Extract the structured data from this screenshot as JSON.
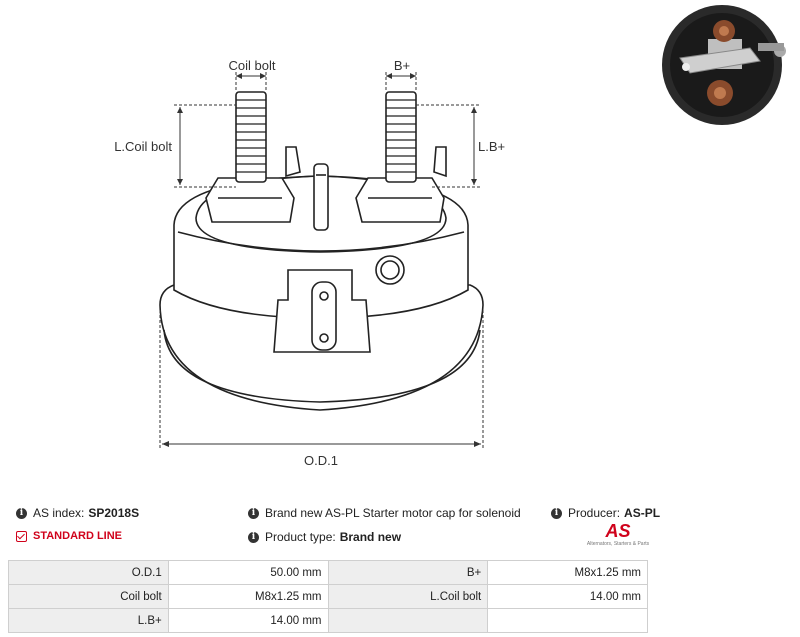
{
  "drawing": {
    "label_coil_bolt": "Coil bolt",
    "label_bplus": "B+",
    "label_l_coil_bolt": "L.Coil bolt",
    "label_l_bplus": "L.B+",
    "label_od1": "O.D.1"
  },
  "info": {
    "as_index_label": "AS index:",
    "as_index_value": "SP2018S",
    "description": "Brand new AS-PL Starter motor cap for solenoid",
    "producer_label": "Producer:",
    "producer_value": "AS-PL",
    "standard_line": "STANDARD LINE",
    "product_type_label": "Product type:",
    "product_type_value": "Brand new"
  },
  "logo": {
    "mark": "AS",
    "tagline": "Alternators, Starters & Parts"
  },
  "specs": {
    "rows": [
      {
        "l1": "O.D.1",
        "v1": "50.00 mm",
        "l2": "B+",
        "v2": "M8x1.25 mm"
      },
      {
        "l1": "Coil bolt",
        "v1": "M8x1.25 mm",
        "l2": "L.Coil bolt",
        "v2": "14.00 mm"
      },
      {
        "l1": "L.B+",
        "v1": "14.00 mm",
        "l2": "",
        "v2": ""
      }
    ]
  },
  "colors": {
    "accent": "#d0021b",
    "table_label_bg": "#eeeeee",
    "border": "#cfcfcf"
  }
}
